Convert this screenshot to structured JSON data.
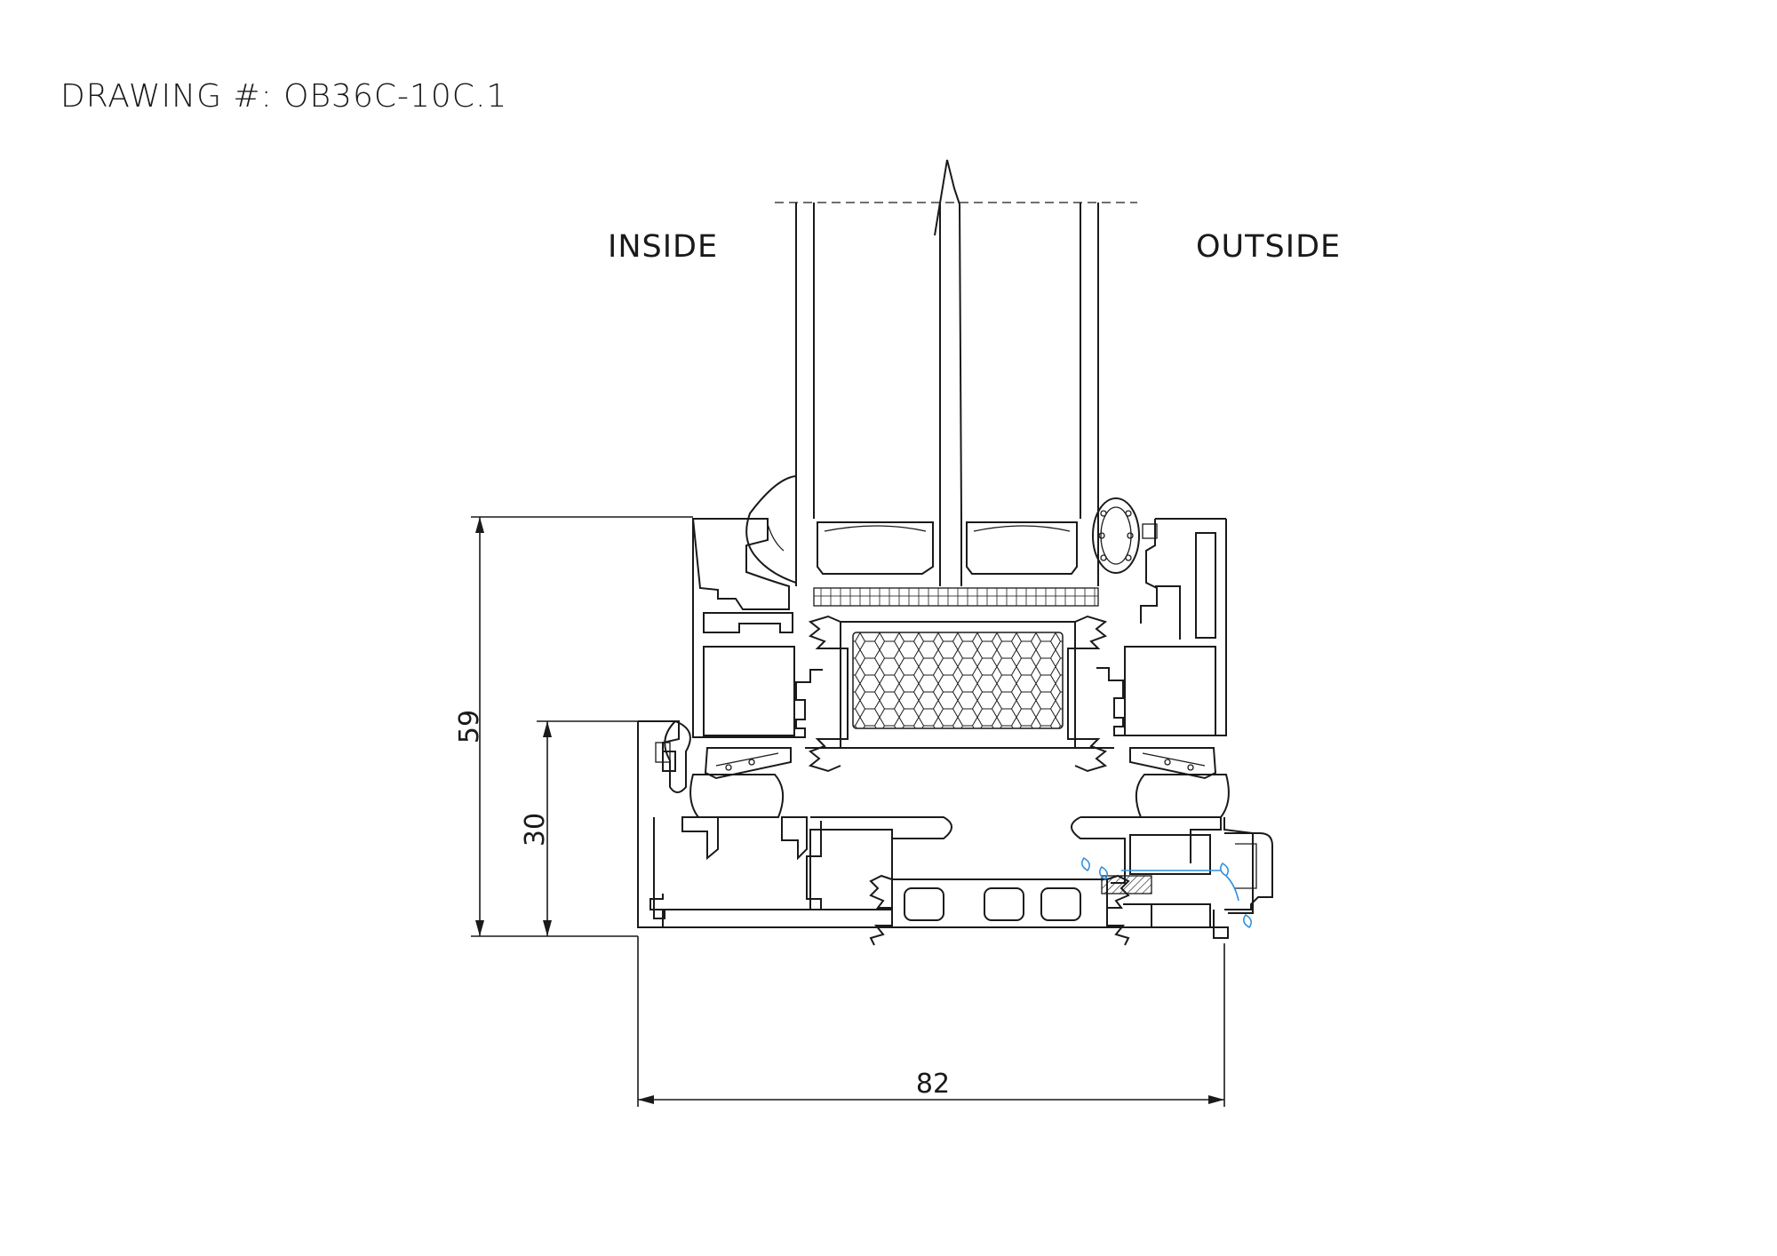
{
  "title": "DRAWING #: OB36C-10C.1",
  "labels": {
    "inside": "INSIDE",
    "outside": "OUTSIDE"
  },
  "dimensions": {
    "height_total": "59",
    "height_frame": "30",
    "width": "82"
  }
}
